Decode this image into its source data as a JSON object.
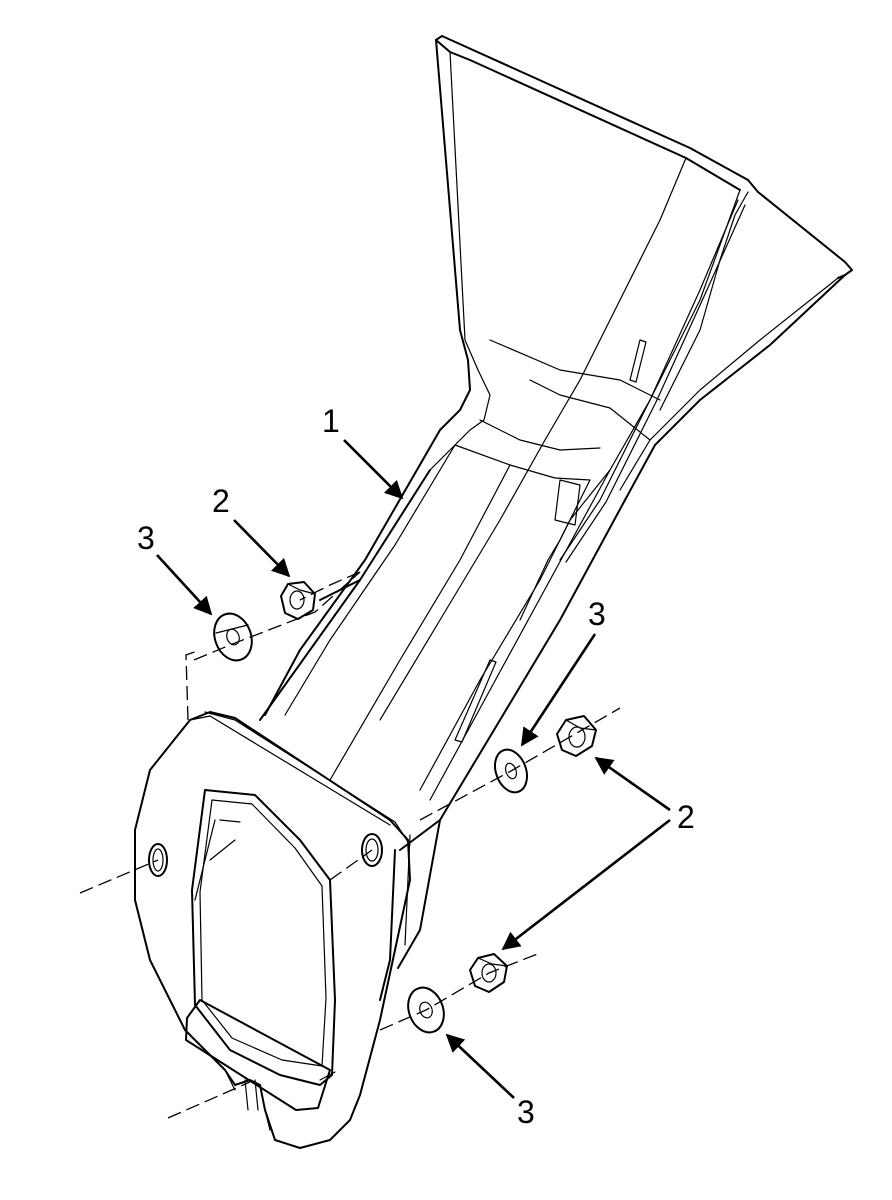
{
  "diagram": {
    "type": "exploded-parts-illustration",
    "callouts": [
      {
        "id": "c1",
        "label": "1",
        "part": "duct"
      },
      {
        "id": "c2a",
        "label": "2",
        "part": "nut"
      },
      {
        "id": "c3a",
        "label": "3",
        "part": "washer"
      },
      {
        "id": "c3b",
        "label": "3",
        "part": "washer"
      },
      {
        "id": "c2b",
        "label": "2",
        "part": "nut"
      },
      {
        "id": "c3c",
        "label": "3",
        "part": "washer"
      }
    ]
  }
}
